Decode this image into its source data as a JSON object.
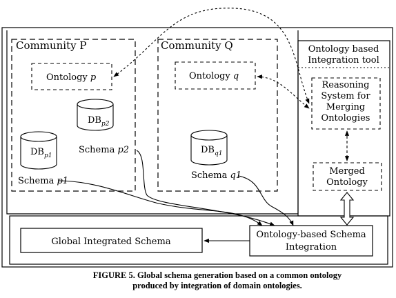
{
  "figure": {
    "community_p": {
      "title": "Community P",
      "ontology": "Ontology",
      "ontology_var": "p",
      "db1": {
        "base": "DB",
        "sub": "p1"
      },
      "db2": {
        "base": "DB",
        "sub": "p2"
      },
      "schema1": "Schema",
      "schema1_var": "p1",
      "schema2": "Schema",
      "schema2_var": "p2"
    },
    "community_q": {
      "title": "Community Q",
      "ontology": "Ontology",
      "ontology_var": "q",
      "db1": {
        "base": "DB",
        "sub": "q1"
      },
      "schema1": "Schema",
      "schema1_var": "q1"
    },
    "tool": {
      "title_line1": "Ontology based",
      "title_line2": "Integration tool",
      "reasoning_line1": "Reasoning",
      "reasoning_line2": "System for",
      "reasoning_line3": "Merging",
      "reasoning_line4": "Ontologies",
      "merged_line1": "Merged",
      "merged_line2": "Ontology"
    },
    "integration_line1": "Ontology-based Schema",
    "integration_line2": "Integration",
    "global_schema": "Global Integrated Schema",
    "caption_line1": "FIGURE 5.  Global schema generation based on a common ontology",
    "caption_line2": "produced by integration of domain ontologies."
  }
}
